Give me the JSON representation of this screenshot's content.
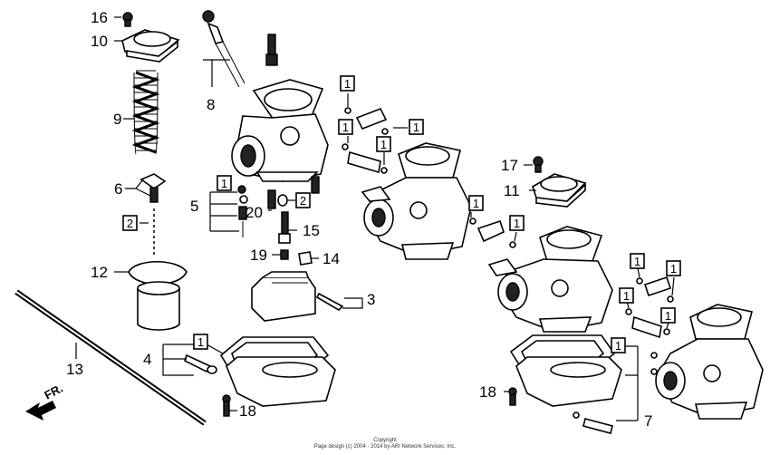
{
  "callouts": {
    "c16": "16",
    "c10": "10",
    "c9": "9",
    "c6": "6",
    "c2a": "2",
    "c12": "12",
    "c13": "13",
    "c8": "8",
    "c5": "5",
    "c20": "20",
    "c15": "15",
    "c19": "19",
    "c14": "14",
    "c3": "3",
    "c4": "4",
    "c18a": "18",
    "c1a": "1",
    "c1b": "1",
    "c2b": "2",
    "c1c": "1",
    "c1d": "1",
    "c1e": "1",
    "c1f": "1",
    "c1g": "1",
    "c17": "17",
    "c11": "11",
    "c1h": "1",
    "c1i": "1",
    "c1j": "1",
    "c1k": "1",
    "c1l": "1",
    "c18b": "18",
    "c7": "7"
  },
  "direction_label": "FR.",
  "copyright": {
    "line1": "Copyright",
    "line2": "Page design (c) 2004 - 2014 by ARI Network Services, Inc."
  }
}
